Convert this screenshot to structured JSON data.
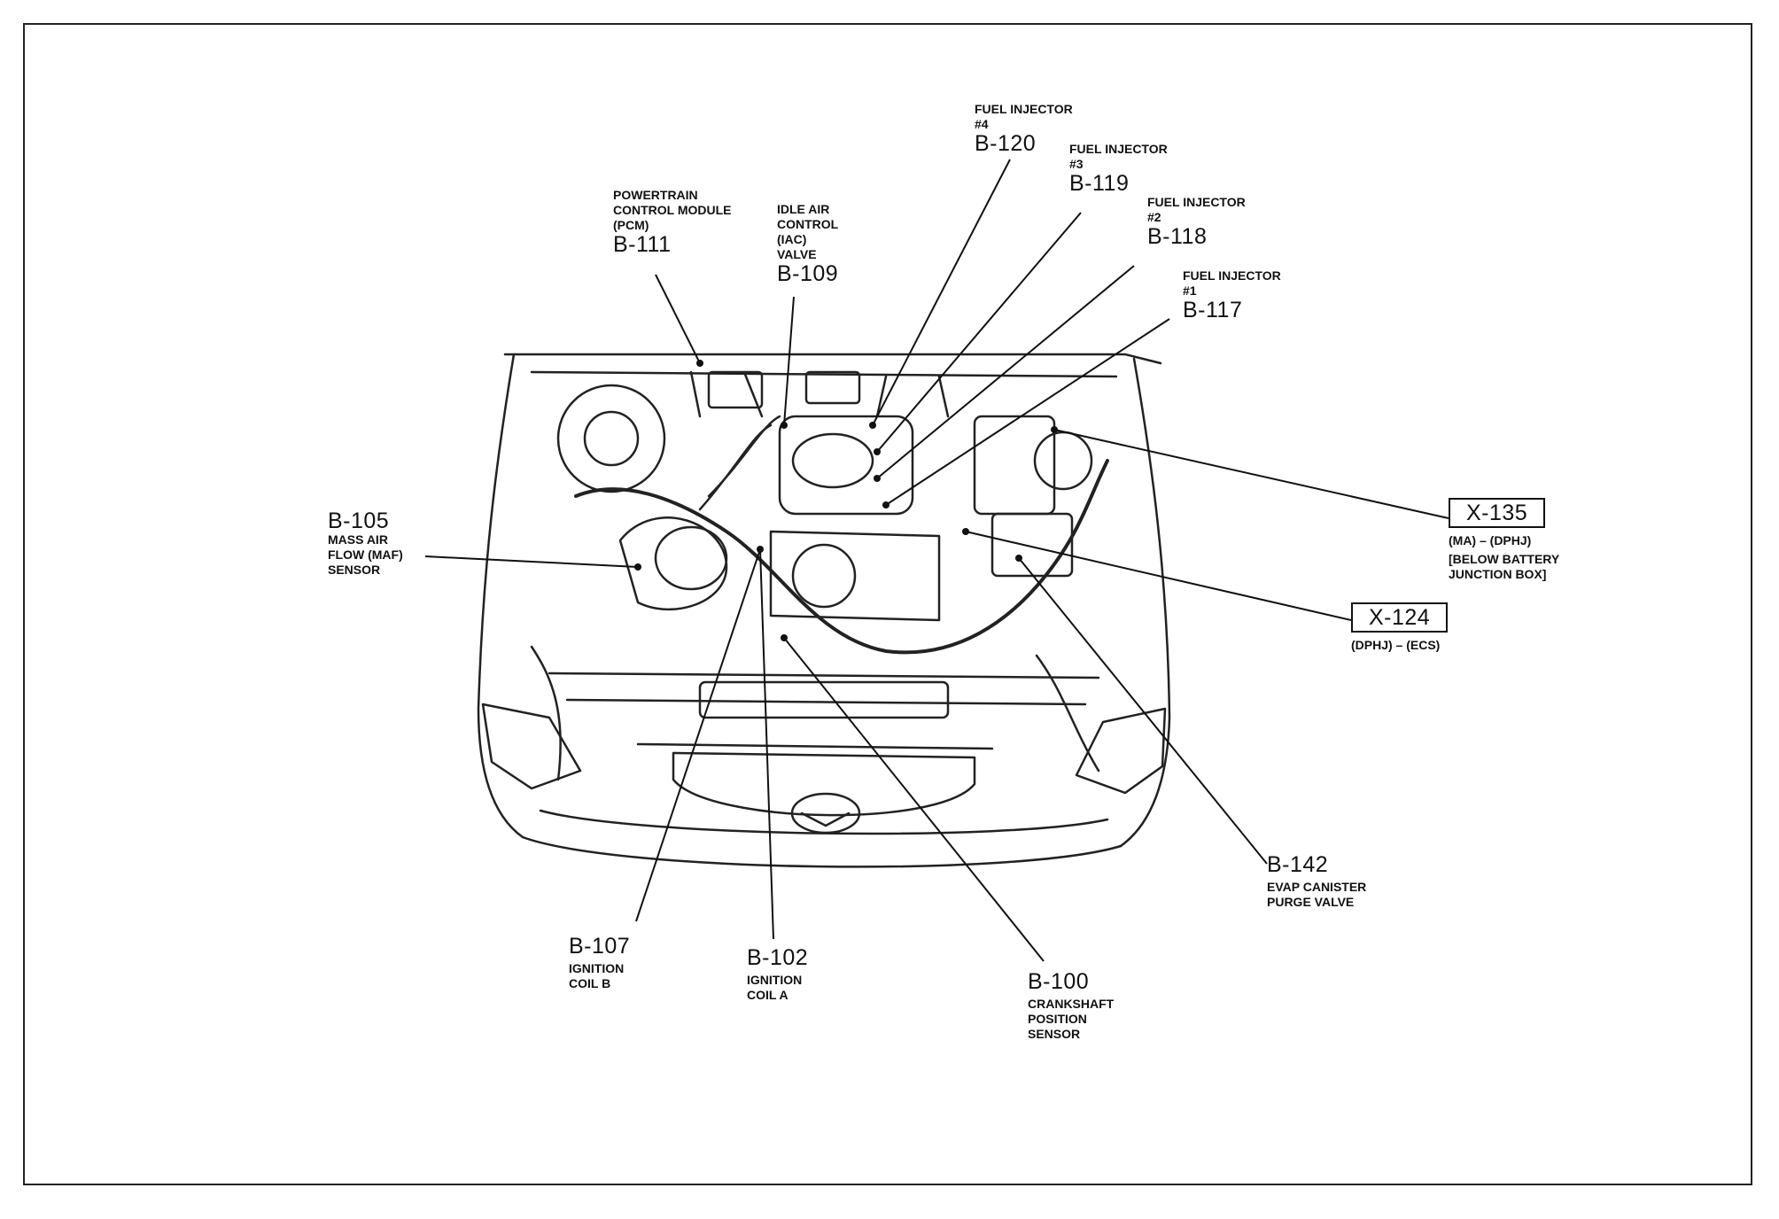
{
  "callouts": {
    "b120": {
      "desc": [
        "FUEL INJECTOR",
        "#4"
      ],
      "code": "B-120"
    },
    "b119": {
      "desc": [
        "FUEL INJECTOR",
        "#3"
      ],
      "code": "B-119"
    },
    "b118": {
      "desc": [
        "FUEL INJECTOR",
        "#2"
      ],
      "code": "B-118"
    },
    "b117": {
      "desc": [
        "FUEL INJECTOR",
        "#1"
      ],
      "code": "B-117"
    },
    "b111": {
      "desc": [
        "POWERTRAIN",
        "CONTROL MODULE",
        "(PCM)"
      ],
      "code": "B-111"
    },
    "b109": {
      "desc": [
        "IDLE AIR",
        "CONTROL",
        "(IAC)",
        "VALVE"
      ],
      "code": "B-109"
    },
    "b105": {
      "desc": [
        "MASS AIR",
        "FLOW (MAF)",
        "SENSOR"
      ],
      "code": "B-105"
    },
    "x135": {
      "desc": [
        "(MA) – (DPHJ)",
        "[BELOW BATTERY",
        "JUNCTION BOX]"
      ],
      "code": "X-135"
    },
    "x124": {
      "desc": [
        "(DPHJ) – (ECS)"
      ],
      "code": "X-124"
    },
    "b142": {
      "desc": [
        "EVAP CANISTER",
        "PURGE VALVE"
      ],
      "code": "B-142"
    },
    "b107": {
      "desc": [
        "IGNITION",
        "COIL B"
      ],
      "code": "B-107"
    },
    "b102": {
      "desc": [
        "IGNITION",
        "COIL A"
      ],
      "code": "B-102"
    },
    "b100": {
      "desc": [
        "CRANKSHAFT",
        "POSITION",
        "SENSOR"
      ],
      "code": "B-100"
    }
  }
}
